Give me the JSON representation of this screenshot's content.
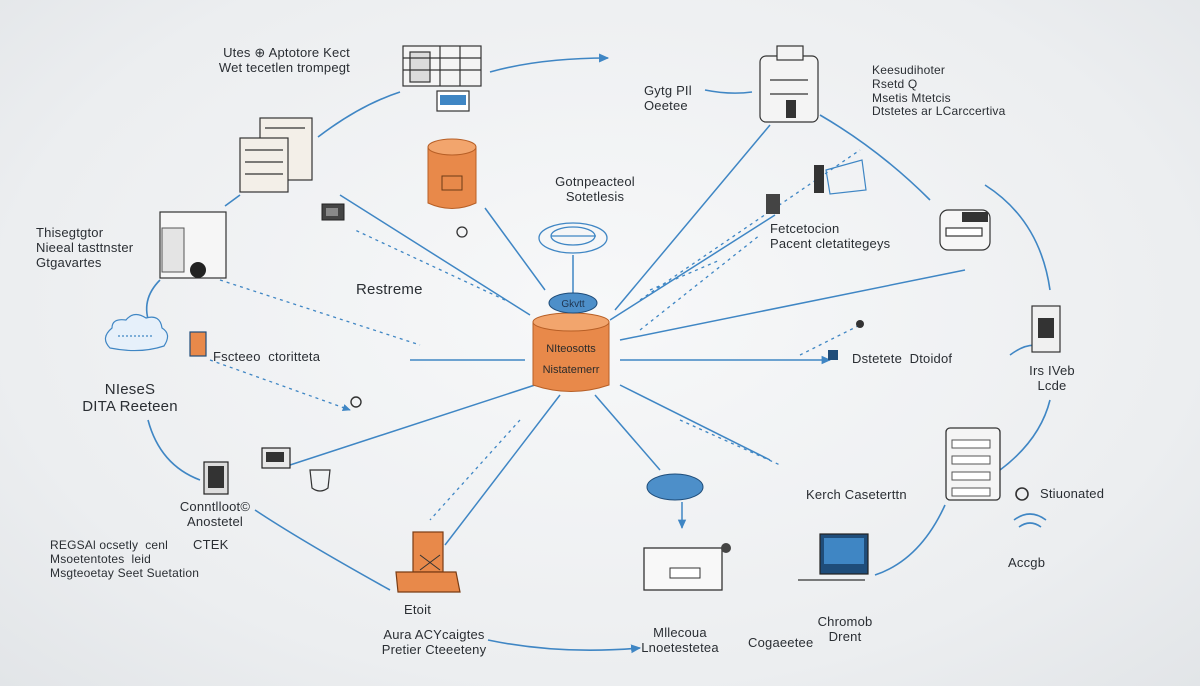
{
  "colors": {
    "accent_orange": "#e8894a",
    "accent_blue": "#3f86c4",
    "ink": "#2a2e33",
    "background": "#eceef0"
  },
  "hub": {
    "lines": [
      "NIteosotts",
      "Nistatemerr"
    ],
    "tag": "Gkvtt"
  },
  "labels": {
    "top_left": "Utes ⊕ Aptotore Kect\nWet tecetlen trompegt",
    "left_upper": "Thisegtgtor\nNieeal tasttnster\nGtgavartes",
    "restreme": "Restreme",
    "center_top": "Gotnpeacteol\nSotetlesis",
    "gpil": "Gytg PIl\nOeetee",
    "right_top": "Keesudihoter\nRsetd Q\nMsetis Mtetcis\nDtstetes ar LCarccertiva",
    "federation": "Fetcetocion\nPacent cletatitegeys",
    "left_mid": "Fscteeo  ctoritteta",
    "data": "NIeseS\nDITA Reeteen",
    "dstetere": "Dstetete  Dtoidof",
    "lrs": "Irs IVeb\nLcde",
    "kerch": "Kerch Caseterttn",
    "stiored": "Stiuonated",
    "accgb": "Accgb",
    "comm": "Conntlloot©\nAnostetel",
    "ctek": "CTEK",
    "bottom_left": "REGSAl ocsetly  cenl\nMsoetentotes  leid\nMsgteoetay Seet Suetation",
    "etoi": "Etoit",
    "aura": "Aura ACYcaigtes\nPretier Cteeeteny",
    "milecoua": "Mllecoua\nLnoetestetea",
    "cogae": "Cogaeetee",
    "chromob": "Chromob\nDrent"
  }
}
